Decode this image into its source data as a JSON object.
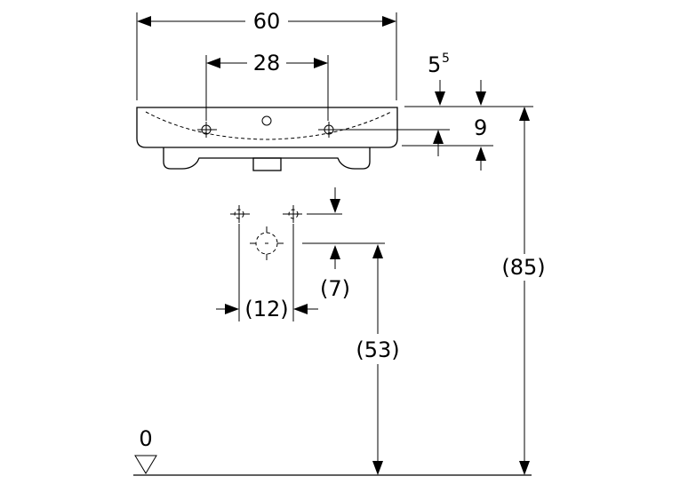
{
  "dimensions": {
    "width_overall": "60",
    "tap_hole_spacing": "28",
    "rim_thickness_base": "5",
    "rim_thickness_sup": "5",
    "bowl_depth": "9",
    "rim_height": "(85)",
    "waste_height": "(53)",
    "waste_offset": "(7)",
    "fixing_spacing": "(12)",
    "floor_level": "0"
  }
}
